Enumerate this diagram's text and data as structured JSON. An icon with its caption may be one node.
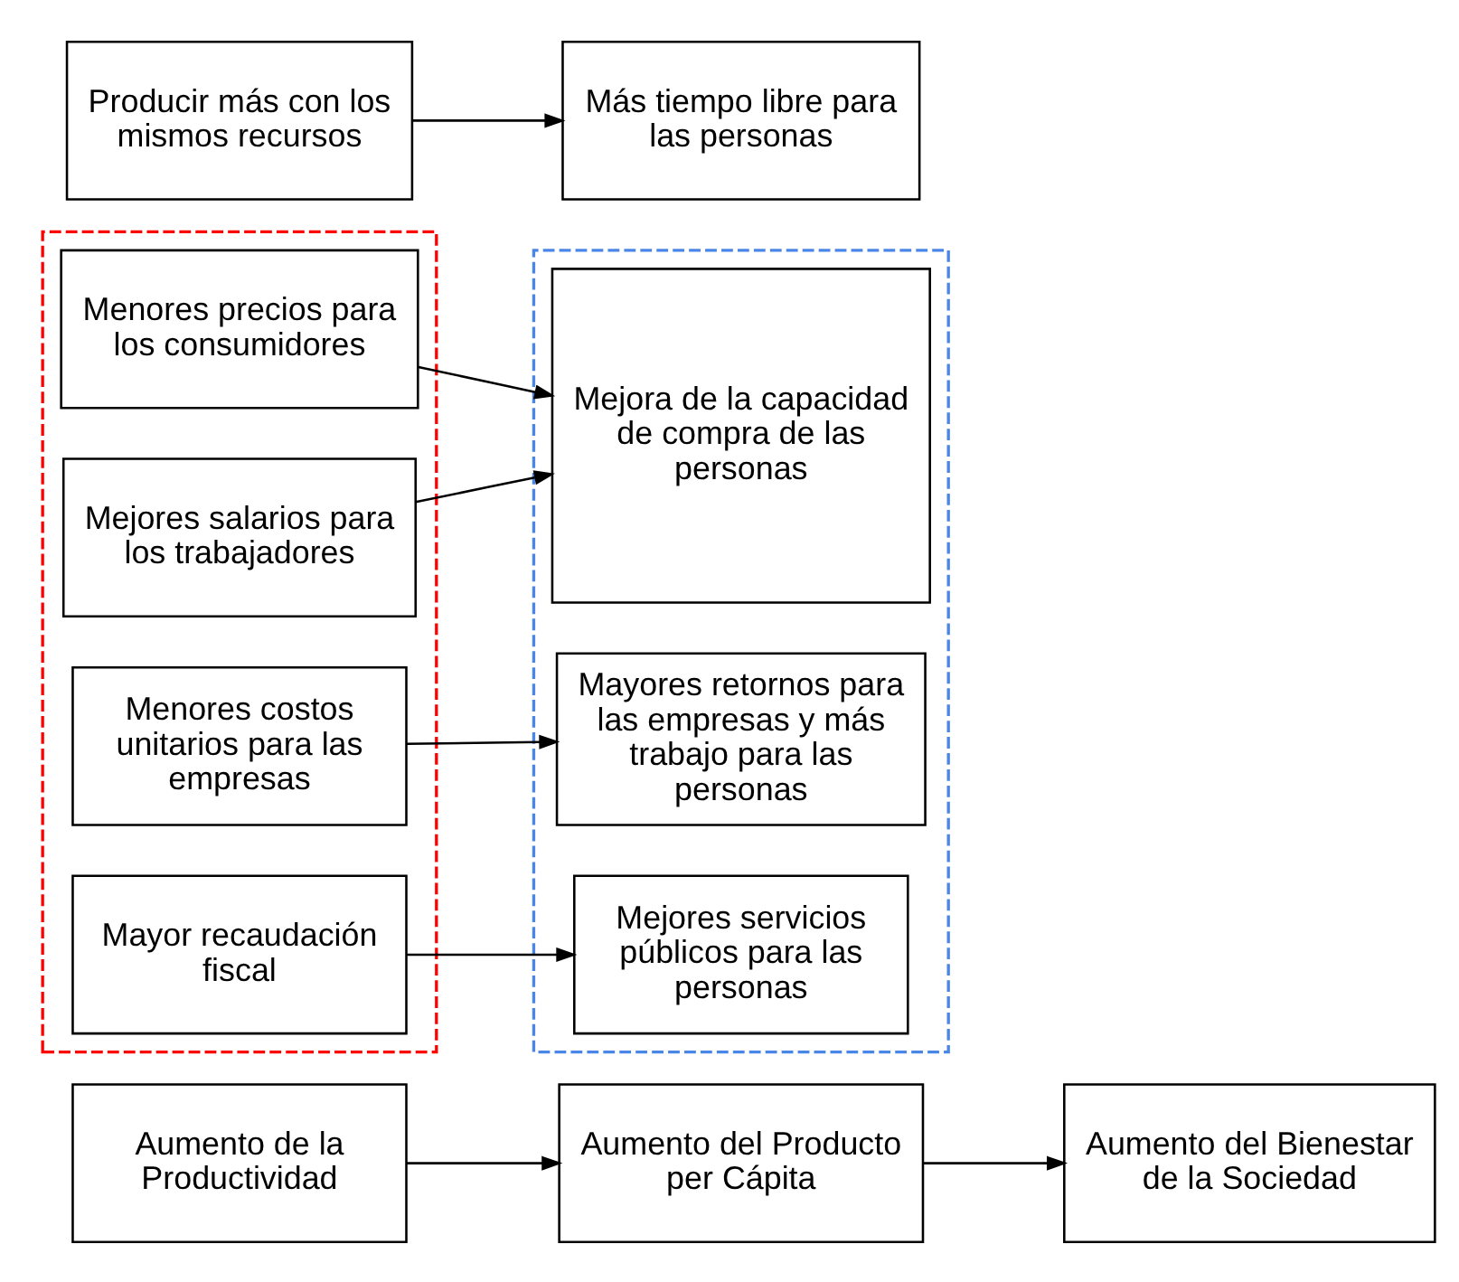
{
  "diagram": {
    "nodes": [
      {
        "text": [
          "Aumento de la Productividad"
        ]
      },
      {
        "text": [
          "Aumento del Producto per Cápita"
        ]
      },
      {
        "text": [
          "Aumento del Bienestar de la Sociedad"
        ]
      },
      {
        "text": [],
        "shape": "box"
      },
      {
        "text": [
          "Menores precios para los consumidores"
        ],
        "in": 3
      },
      {
        "text": [
          "Mejores salarios para los trabajadores"
        ],
        "in": 3
      },
      {
        "text": [
          "Menores costos unitarios para las empresas"
        ],
        "in": 3
      },
      {
        "text": [
          "Mayor recaudación fiscal"
        ],
        "in": 3
      },
      {
        "text": [],
        "shape": "box"
      },
      {
        "text": [
          "Mejora de la capacidad de compra de las personas"
        ],
        "in": 8
      },
      {
        "text": [
          "Mayores retornos para las empresas y más trabajo para las personas"
        ],
        "in": 8
      },
      {
        "text": [
          "Mejores servicios públicos para las personas"
        ],
        "in": 8
      },
      {
        "text": [
          "Producir más con los mismos recursos"
        ]
      },
      {
        "text": [
          "Más tiempo libre para las personas"
        ]
      }
    ],
    "edges": [
      {
        "from": 0,
        "to": 1,
        "arrow": "to"
      },
      {
        "from": 1,
        "to": 2,
        "arrow": "to"
      },
      {
        "from": 4,
        "to": 9,
        "arrow": "to"
      },
      {
        "from": 5,
        "to": 9,
        "arrow": "to"
      },
      {
        "from": 6,
        "to": 10,
        "arrow": "to"
      },
      {
        "from": 7,
        "to": 11,
        "arrow": "to"
      },
      {
        "from": 12,
        "to": 13,
        "arrow": "to"
      }
    ]
  }
}
